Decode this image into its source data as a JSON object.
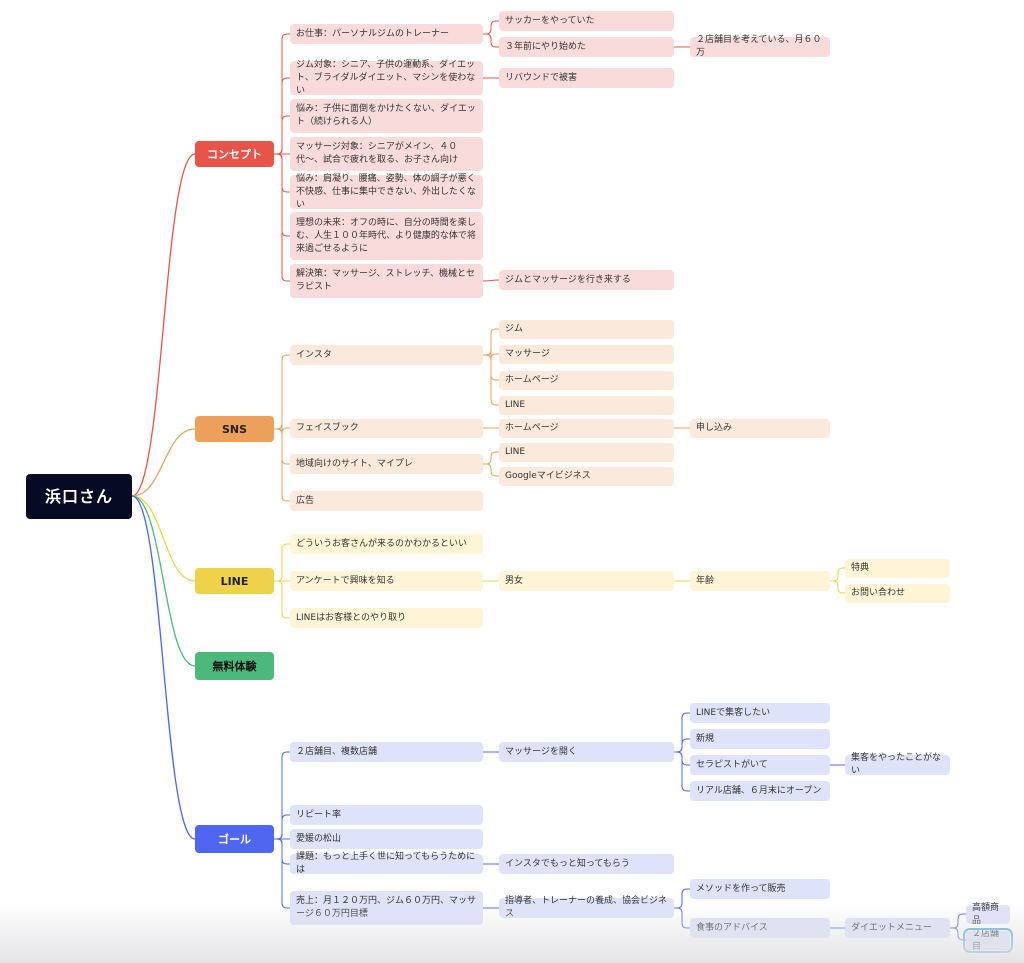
{
  "root": {
    "label": "浜口さん"
  },
  "colors": {
    "concept": "#e8534a",
    "concept_child": "#f9dbdb",
    "sns": "#eca05a",
    "sns_child": "#fbeadb",
    "line": "#f0d24a",
    "line_child": "#fdf5d6",
    "free": "#4cb97a",
    "goal": "#4f66f0",
    "goal_child": "#dfe3fa"
  },
  "branches": [
    {
      "id": "concept",
      "label": "コンセプト",
      "icon": "none"
    },
    {
      "id": "sns",
      "label": "SNS"
    },
    {
      "id": "line",
      "label": "LINE"
    },
    {
      "id": "free",
      "label": "無料体験"
    },
    {
      "id": "goal",
      "label": "ゴール"
    }
  ],
  "nodes": {
    "c1": "お仕事：パーソナルジムのトレーナー",
    "c1a": "サッカーをやっていた",
    "c1b": "３年前にやり始めた",
    "c1b1": "２店舗目を考えている、月６０万",
    "c2": "ジム対象：シニア、子供の運動系、ダイエット、ブライダルダイエット、マシンを使わない",
    "c2a": "リバウンドで被害",
    "c3": "悩み：子供に面倒をかけたくない、ダイエット（続けられる人）",
    "c4": "マッサージ対象：シニアがメイン、４０代〜、試合で疲れを取る、お子さん向け",
    "c5": "悩み：肩凝り、腰痛、姿勢、体の調子が悪く不快感、仕事に集中できない、外出したくない",
    "c6": "理想の未来：オフの時に、自分の時間を楽しむ、人生１００年時代、より健康的な体で将来過ごせるように",
    "c7": "解決策：マッサージ、ストレッチ、機械とセラピスト",
    "c7a": "ジムとマッサージを行き来する",
    "s1": "インスタ",
    "s1a": "ジム",
    "s1b": "マッサージ",
    "s1c": "ホームページ",
    "s1d": "LINE",
    "s2": "フェイスブック",
    "s2a": "ホームページ",
    "s2a1": "申し込み",
    "s3": "地域向けのサイト、マイプレ",
    "s3a": "LINE",
    "s3b": "Googleマイビジネス",
    "s4": "広告",
    "l1": "どういうお客さんが来るのかわかるといい",
    "l2": "アンケートで興味を知る",
    "l2a": "男女",
    "l2a1": "年齢",
    "l2a1a": "特典",
    "l2a1b": "お問い合わせ",
    "l3": "LINEはお客様とのやり取り",
    "g1": "２店舗目、複数店舗",
    "g1a": "マッサージを開く",
    "g1a1": "LINEで集客したい",
    "g1a2": "新規",
    "g1a3": "セラピストがいて",
    "g1a3a": "集客をやったことがない",
    "g1a4": "リアル店舗、６月末にオープン",
    "g2": "リピート率",
    "g3": "愛媛の松山",
    "g4": "課題：もっと上手く世に知ってもらうためには",
    "g4a": "インスタでもっと知ってもらう",
    "g5": "売上：月１２０万円、ジム６０万円、マッサージ６０万円目標",
    "g5a": "指導者、トレーナーの養成、協会ビジネス",
    "g5a1": "メソッドを作って販売",
    "g5a2": "食事のアドバイス",
    "g5a2a": "ダイエットメニュー",
    "g5a2a1": "高額商品",
    "g5a2a2": "２店舗目"
  }
}
